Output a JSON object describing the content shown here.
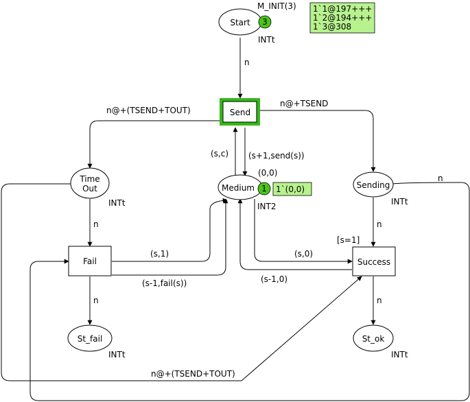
{
  "colors": {
    "token_fill": "#4cc41c",
    "marking_fill": "#b8f28f",
    "enabled_border": "#36b81a"
  },
  "places": {
    "start": {
      "label": "Start",
      "type": "INTt",
      "init": "M_INIT(3)",
      "token_count": "3",
      "marking": [
        "1`1@197+++",
        "1`2@194+++",
        "1`3@308"
      ]
    },
    "timeout": {
      "label_line1": "Time",
      "label_line2": "Out",
      "type": "INTt"
    },
    "medium": {
      "label": "Medium",
      "type": "INT2",
      "init": "(0,0)",
      "token_count": "1",
      "marking": [
        "1`(0,0)"
      ]
    },
    "sending": {
      "label": "Sending",
      "type": "INTt"
    },
    "st_fail": {
      "label": "St_fail",
      "type": "INTt"
    },
    "st_ok": {
      "label": "St_ok",
      "type": "INTt"
    }
  },
  "transitions": {
    "send": {
      "label": "Send"
    },
    "fail": {
      "label": "Fail"
    },
    "success": {
      "label": "Success",
      "guard": "[s=1]"
    }
  },
  "arcs": {
    "start_send": "n",
    "send_timeout": "n@+(TSEND+TOUT)",
    "send_sending": "n@+TSEND",
    "medium_send": "(s,c)",
    "send_medium": "(s+1,send(s))",
    "timeout_fail": "n",
    "sending_success": "n",
    "fail_medium": "(s,1)",
    "medium_fail": "(s-1,fail(s))",
    "medium_success": "(s,0)",
    "success_medium": "(s-1,0)",
    "fail_stfail": "n",
    "success_stok": "n",
    "sending_fail": "n",
    "timeout_success": "n@+(TSEND+TOUT)"
  }
}
